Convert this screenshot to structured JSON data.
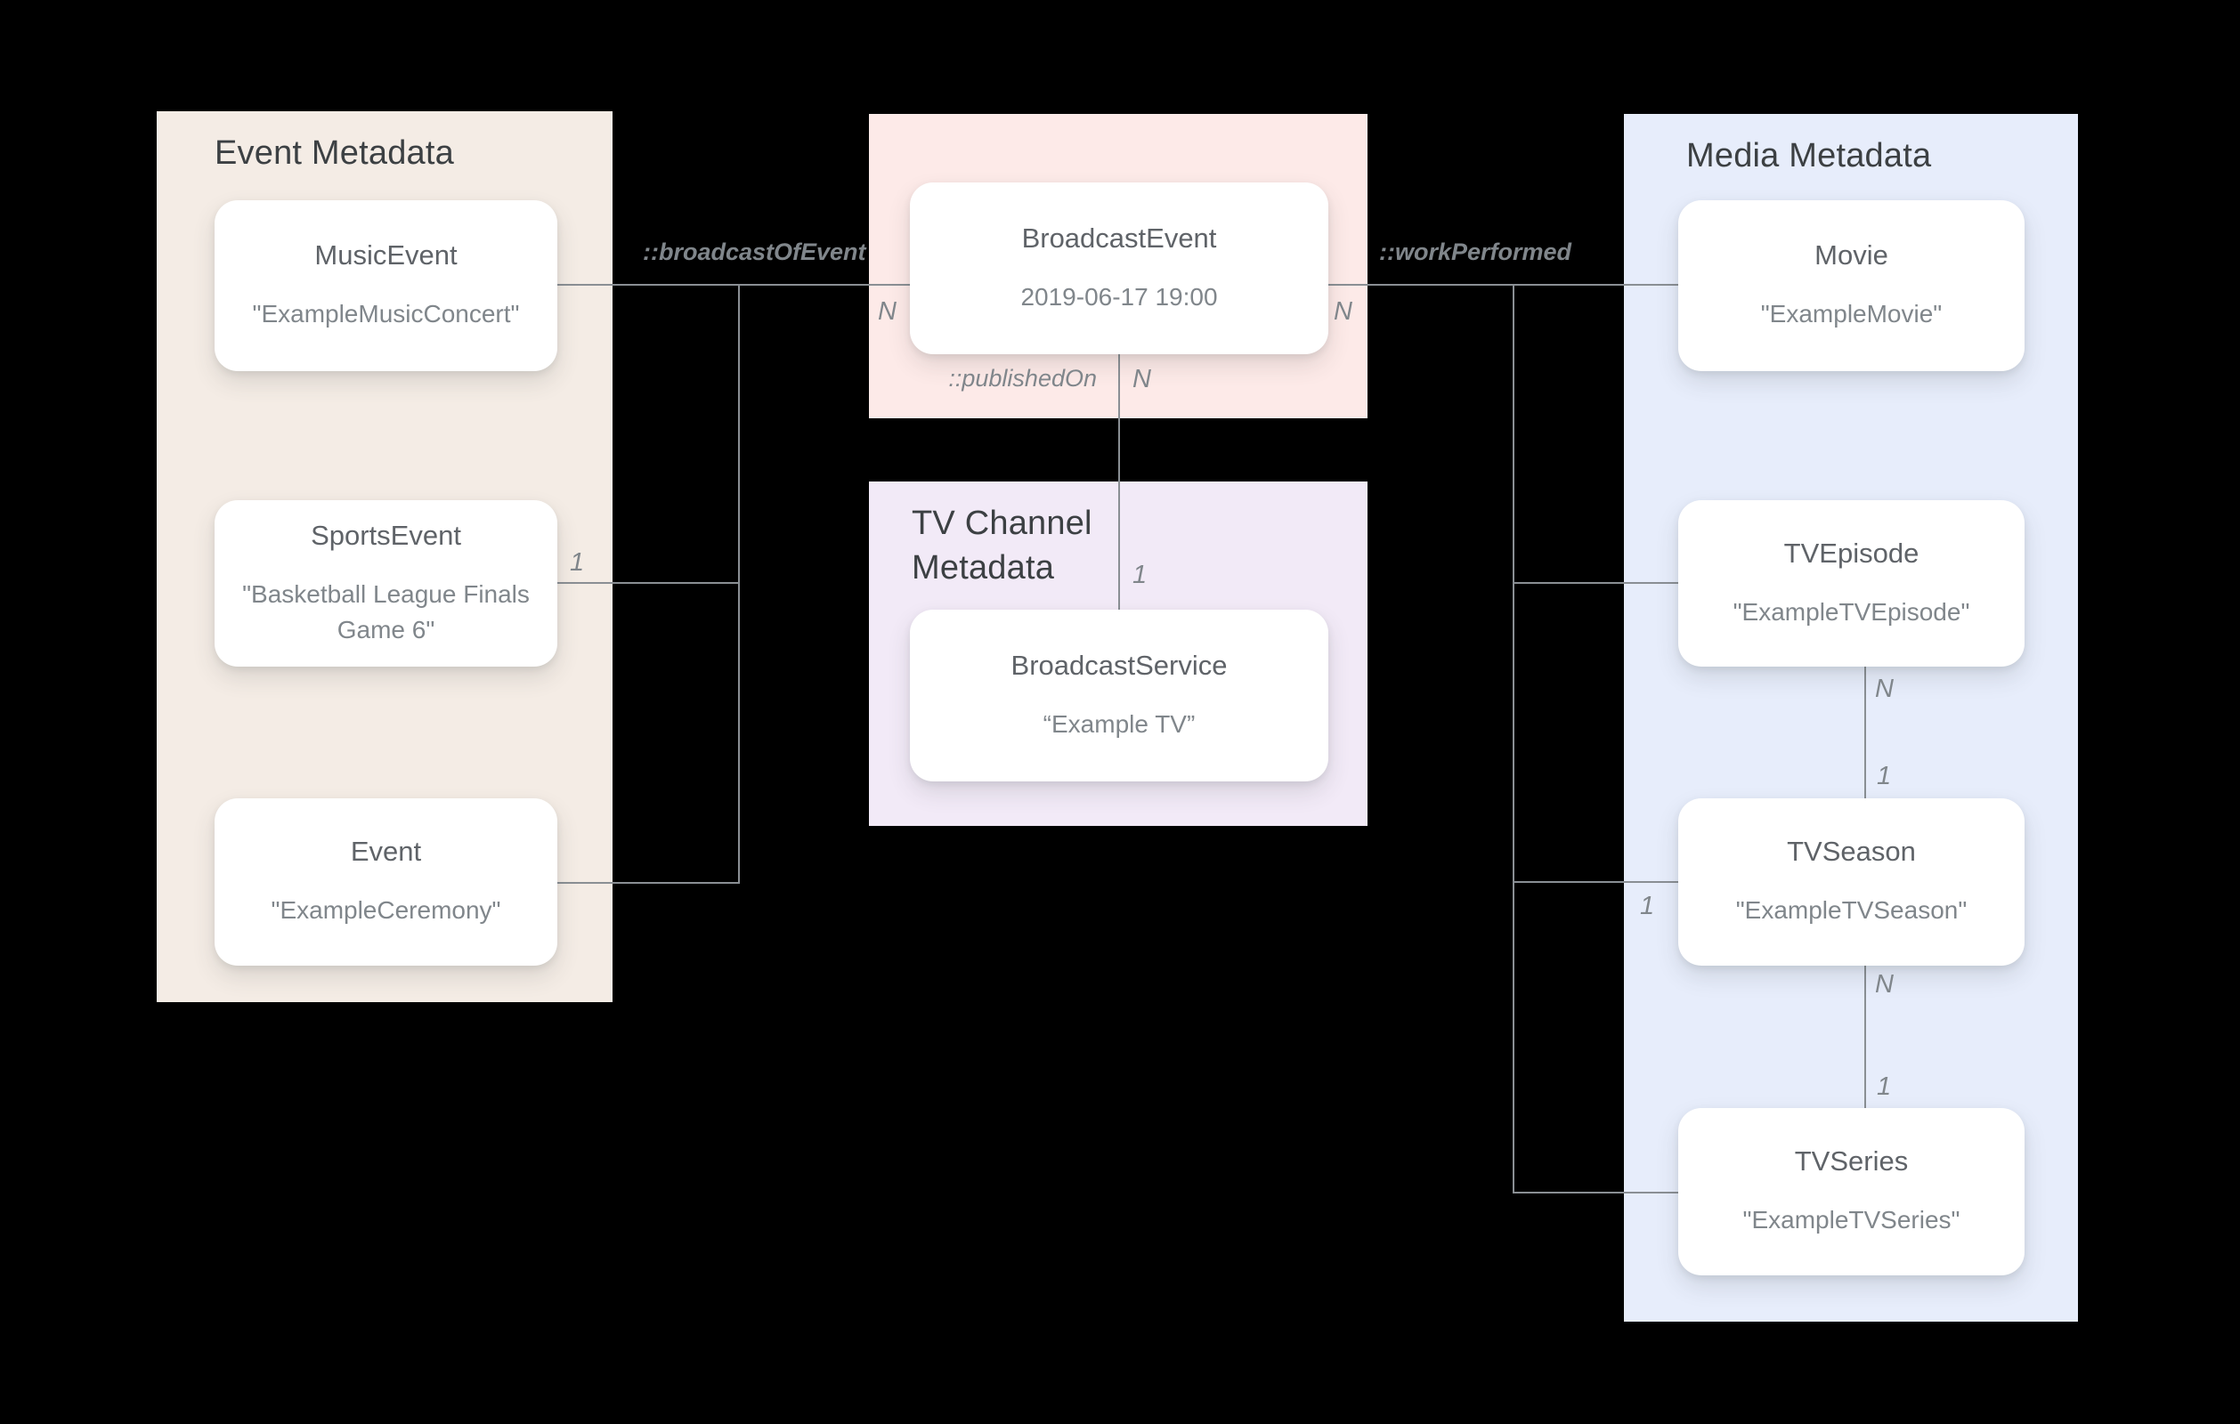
{
  "colors": {
    "background": "#000000",
    "event_panel": "#f4ece5",
    "broadcast_panel": "#fdeae8",
    "tv_channel_panel": "#f2eaf7",
    "media_panel": "#e7edfb",
    "card": "#ffffff",
    "line": "#8a8f94",
    "title_text": "#3c4043",
    "card_title_text": "#5f6368",
    "card_value_text": "#80868b",
    "label_text": "#80868b"
  },
  "panels": {
    "event": {
      "title": "Event Metadata"
    },
    "tv_channel": {
      "title": "TV Channel\nMetadata"
    },
    "media": {
      "title": "Media Metadata"
    }
  },
  "cards": {
    "music_event": {
      "title": "MusicEvent",
      "value": "\"ExampleMusicConcert\""
    },
    "sports_event": {
      "title": "SportsEvent",
      "value": "\"Basketball League Finals Game 6\""
    },
    "event": {
      "title": "Event",
      "value": "\"ExampleCeremony\""
    },
    "broadcast_event": {
      "title": "BroadcastEvent",
      "value": "2019-06-17 19:00"
    },
    "broadcast_service": {
      "title": "BroadcastService",
      "value": "“Example TV”"
    },
    "movie": {
      "title": "Movie",
      "value": "\"ExampleMovie\""
    },
    "tv_episode": {
      "title": "TVEpisode",
      "value": "\"ExampleTVEpisode\""
    },
    "tv_season": {
      "title": "TVSeason",
      "value": "\"ExampleTVSeason\""
    },
    "tv_series": {
      "title": "TVSeries",
      "value": "\"ExampleTVSeries\""
    }
  },
  "edges": {
    "broadcast_of_event": "::broadcastOfEvent",
    "published_on": "::publishedOn",
    "work_performed": "::workPerformed"
  },
  "cardinalities": {
    "broadcast_left_n": "N",
    "broadcast_right_n": "N",
    "sports_one": "1",
    "published_n": "N",
    "service_one": "1",
    "season_branch_one": "1",
    "episode_n": "N",
    "episode_season_one": "1",
    "season_n": "N",
    "season_series_one": "1"
  }
}
